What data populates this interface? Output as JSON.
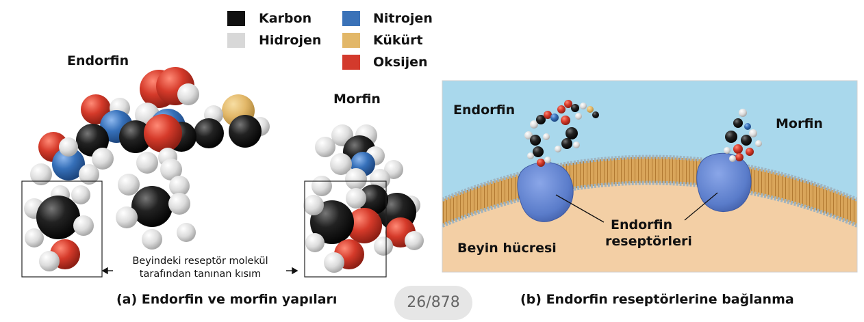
{
  "legend": {
    "items": [
      {
        "label": "Karbon",
        "color": "#111111"
      },
      {
        "label": "Hidrojen",
        "color": "#d8d8d8"
      },
      {
        "label": "Nitrojen",
        "color": "#3a72b8"
      },
      {
        "label": "Kükürt",
        "color": "#e2b768"
      },
      {
        "label": "Oksijen",
        "color": "#d33a2c"
      }
    ]
  },
  "panel_a": {
    "endorfin_label": "Endorfin",
    "morfin_label": "Morfin",
    "note_line1": "Beyindeki reseptör molekül",
    "note_line2": "tarafından tanınan kısım",
    "caption": "(a) Endorfin ve morfin yapıları"
  },
  "panel_b": {
    "endorfin_label": "Endorfin",
    "morfin_label": "Morfin",
    "cell_label": "Beyin hücresi",
    "receptor_line1": "Endorfin",
    "receptor_line2": "reseptörleri",
    "caption": "(b) Endorfin reseptörlerine bağlanma"
  },
  "pager": {
    "text": "26/878"
  },
  "colors": {
    "sky": "#a9d8ec",
    "cell": "#f3cfa5",
    "membrane": "#d9a55a",
    "receptor": "#5b7dcc"
  }
}
